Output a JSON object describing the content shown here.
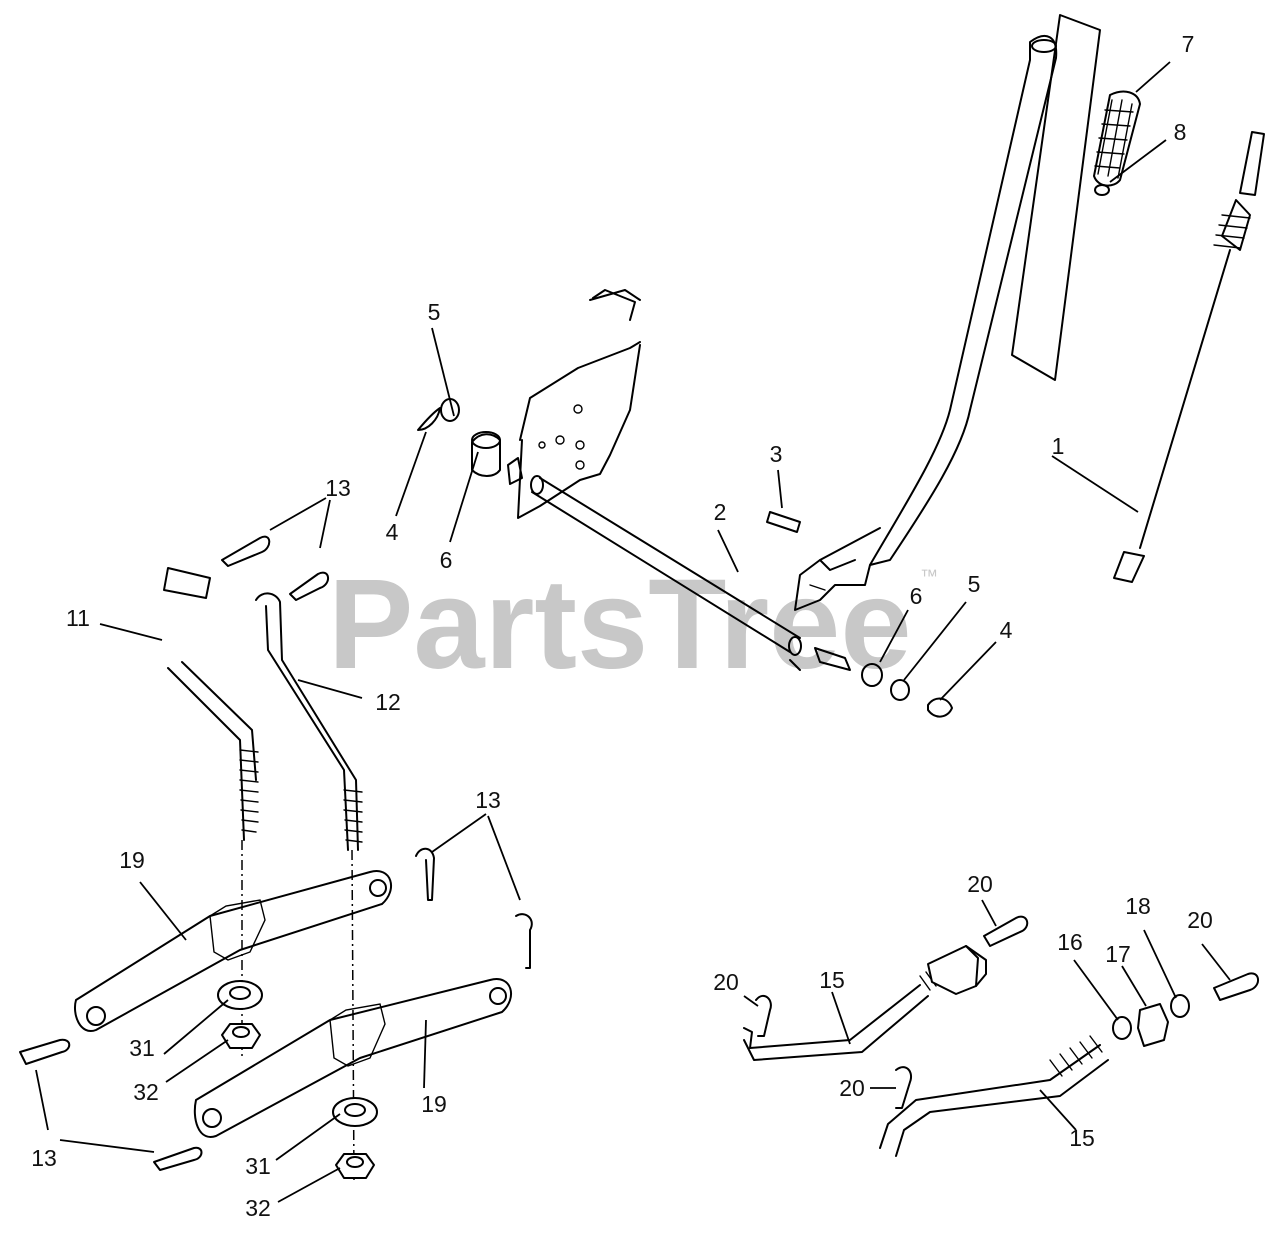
{
  "watermark": {
    "text": "PartsTree",
    "trademark": "™"
  },
  "callouts": [
    {
      "id": "c1",
      "text": "1"
    },
    {
      "id": "c2",
      "text": "2"
    },
    {
      "id": "c3",
      "text": "3"
    },
    {
      "id": "c4a",
      "text": "4"
    },
    {
      "id": "c4b",
      "text": "4"
    },
    {
      "id": "c5a",
      "text": "5"
    },
    {
      "id": "c5b",
      "text": "5"
    },
    {
      "id": "c6a",
      "text": "6"
    },
    {
      "id": "c6b",
      "text": "6"
    },
    {
      "id": "c7",
      "text": "7"
    },
    {
      "id": "c8",
      "text": "8"
    },
    {
      "id": "c11",
      "text": "11"
    },
    {
      "id": "c12",
      "text": "12"
    },
    {
      "id": "c13a",
      "text": "13"
    },
    {
      "id": "c13b",
      "text": "13"
    },
    {
      "id": "c13c",
      "text": "13"
    },
    {
      "id": "c15a",
      "text": "15"
    },
    {
      "id": "c15b",
      "text": "15"
    },
    {
      "id": "c16",
      "text": "16"
    },
    {
      "id": "c17",
      "text": "17"
    },
    {
      "id": "c18",
      "text": "18"
    },
    {
      "id": "c19a",
      "text": "19"
    },
    {
      "id": "c19b",
      "text": "19"
    },
    {
      "id": "c20a",
      "text": "20"
    },
    {
      "id": "c20b",
      "text": "20"
    },
    {
      "id": "c20c",
      "text": "20"
    },
    {
      "id": "c20d",
      "text": "20"
    },
    {
      "id": "c31a",
      "text": "31"
    },
    {
      "id": "c31b",
      "text": "31"
    },
    {
      "id": "c32a",
      "text": "32"
    },
    {
      "id": "c32b",
      "text": "32"
    }
  ]
}
